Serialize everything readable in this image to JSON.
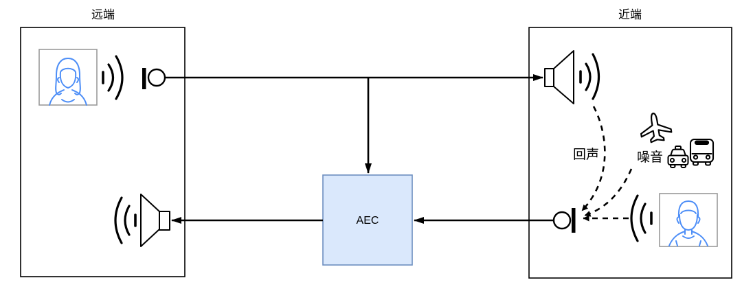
{
  "diagram": {
    "type": "block-diagram",
    "topic": "acoustic echo cancellation signal flow"
  },
  "far_end": {
    "title": "远端"
  },
  "near_end": {
    "title": "近端",
    "echo_label": "回声",
    "noise_label": "噪音"
  },
  "aec": {
    "label": "AEC",
    "fill": "#dae8fc",
    "border": "#6c8ebf"
  },
  "colors": {
    "stroke": "#000000",
    "avatar": "#4d8ef7",
    "avatar_frame": "#999999",
    "background": "#ffffff"
  },
  "icons": [
    "female-avatar-icon",
    "male-avatar-icon",
    "microphone-icon",
    "speaker-icon",
    "sound-waves-icon",
    "airplane-icon",
    "taxi-icon",
    "bus-icon"
  ]
}
